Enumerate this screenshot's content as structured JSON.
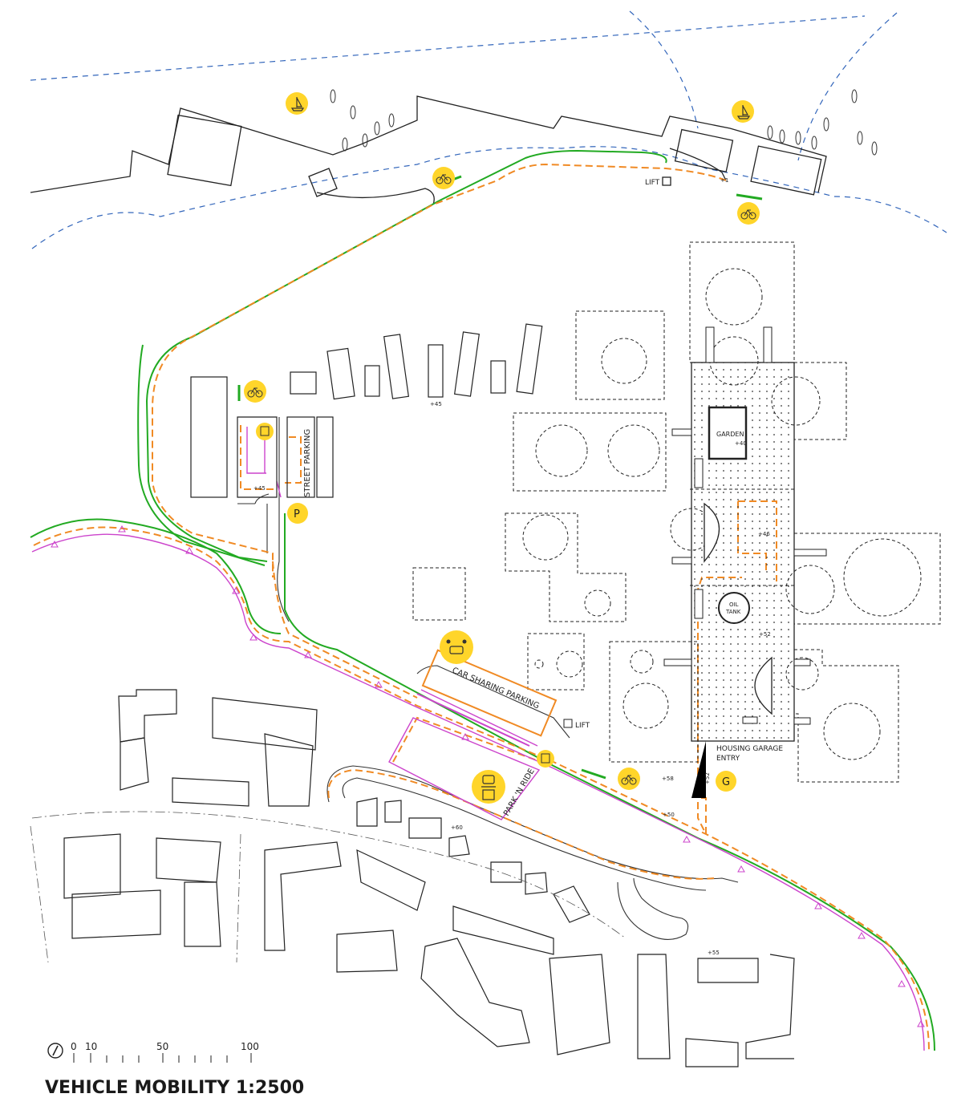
{
  "title": "VEHICLE MOBILITY 1:2500",
  "scale_bar": {
    "ticks": [
      "0",
      "10",
      "50",
      "100"
    ]
  },
  "labels": {
    "street_parking": "STREET PARKING",
    "car_sharing_parking": "CAR SHARING PARKING",
    "park_n_ride": "PARK 'N RIDE",
    "lift": "LIFT",
    "garden": "GARDEN",
    "oil_tank_1": "OIL",
    "oil_tank_2": "TANK",
    "housing_garage_1": "HOUSING GARAGE",
    "housing_garage_2": "ENTRY",
    "parking_marker": "P",
    "garage_marker": "G"
  },
  "elevations": [
    "+45",
    "+45",
    "+40",
    "+46",
    "+52",
    "+52",
    "+50",
    "+58",
    "+60",
    "+55",
    "+1"
  ],
  "icons": [
    "sailboat-icon",
    "bicycle-icon",
    "bus-icon",
    "car-sharing-icon",
    "park-and-ride-icon",
    "north-arrow-icon"
  ],
  "colors": {
    "bike_path": "#22aa22",
    "vehicle_route": "#f08a24",
    "bus_route": "#cc44cc",
    "water": "#3366bb",
    "marker": "#ffd52a",
    "building": "#222222"
  }
}
